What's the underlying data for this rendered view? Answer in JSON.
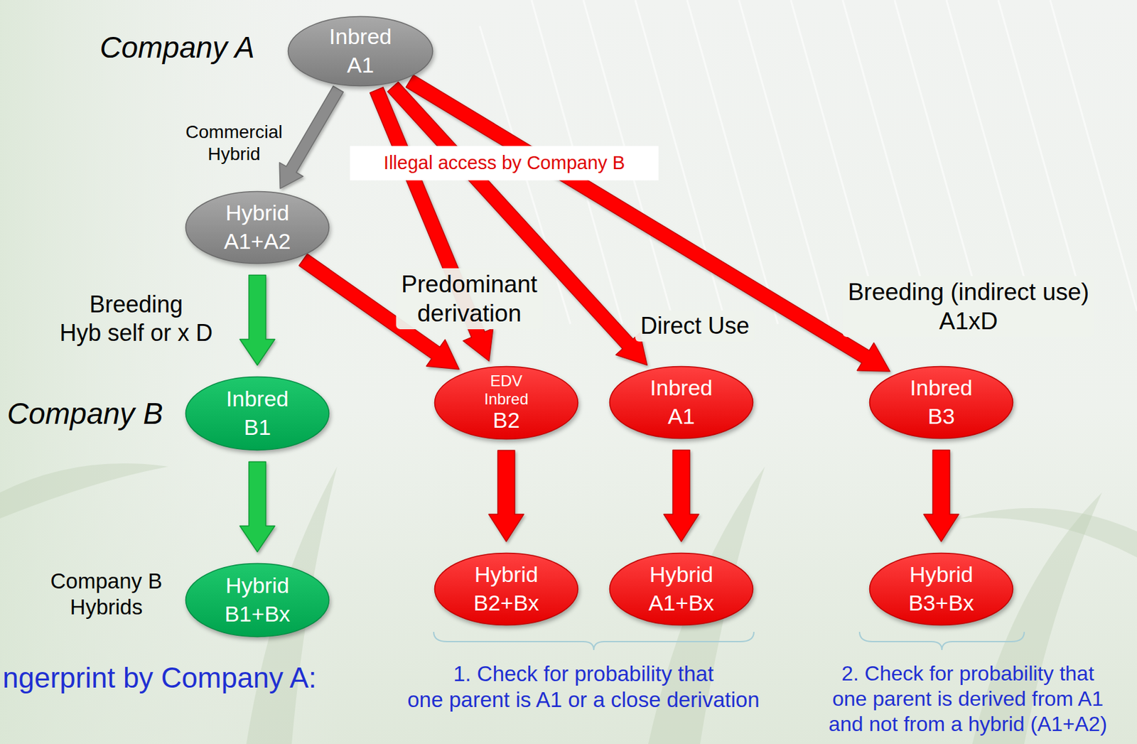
{
  "diagram": {
    "nodes": [
      {
        "text": [
          "Inbred A1"
        ]
      },
      {
        "text": [
          "Hybrid A1+A2"
        ]
      },
      {
        "text": [
          "Inbred B1"
        ]
      },
      {
        "text": [
          "EDV Inbred",
          "B2"
        ]
      },
      {
        "text": [
          "Inbred A1"
        ]
      },
      {
        "text": [
          "Inbred B3"
        ]
      },
      {
        "text": [
          "Hybrid B1+Bx"
        ]
      },
      {
        "text": [
          "Hybrid B2+Bx"
        ]
      },
      {
        "text": [
          "Hybrid A1+Bx"
        ]
      },
      {
        "text": [
          "Hybrid B3+Bx"
        ]
      }
    ],
    "edges": [
      {
        "from": 0,
        "to": 1,
        "arrow": "to",
        "label": "Commercial Hybrid"
      },
      {
        "from": 1,
        "to": 2,
        "arrow": "to",
        "label": "Breeding Hyb self or x D"
      },
      {
        "from": 2,
        "to": 6,
        "arrow": "to"
      },
      {
        "from": 1,
        "to": 3,
        "arrow": "to"
      },
      {
        "from": 0,
        "to": 3,
        "arrow": "to",
        "label": "Predominant derivation"
      },
      {
        "from": 0,
        "to": 4,
        "arrow": "to",
        "label": "Direct Use"
      },
      {
        "from": 0,
        "to": 5,
        "arrow": "to",
        "label": "Breeding (indirect use) A1xD"
      },
      {
        "from": 3,
        "to": 7,
        "arrow": "to"
      },
      {
        "from": 4,
        "to": 8,
        "arrow": "to"
      },
      {
        "from": 5,
        "to": 9,
        "arrow": "to"
      }
    ],
    "labels": [
      "Company A",
      "Illegal access by Company B",
      "Company B",
      "Company B Hybrids",
      "ngerprint by Company A:",
      "1. Check for probability that one parent is A1 or a close derivation",
      "2. Check for probability that one parent is derived from A1 and not from a hybrid (A1+A2)"
    ]
  }
}
